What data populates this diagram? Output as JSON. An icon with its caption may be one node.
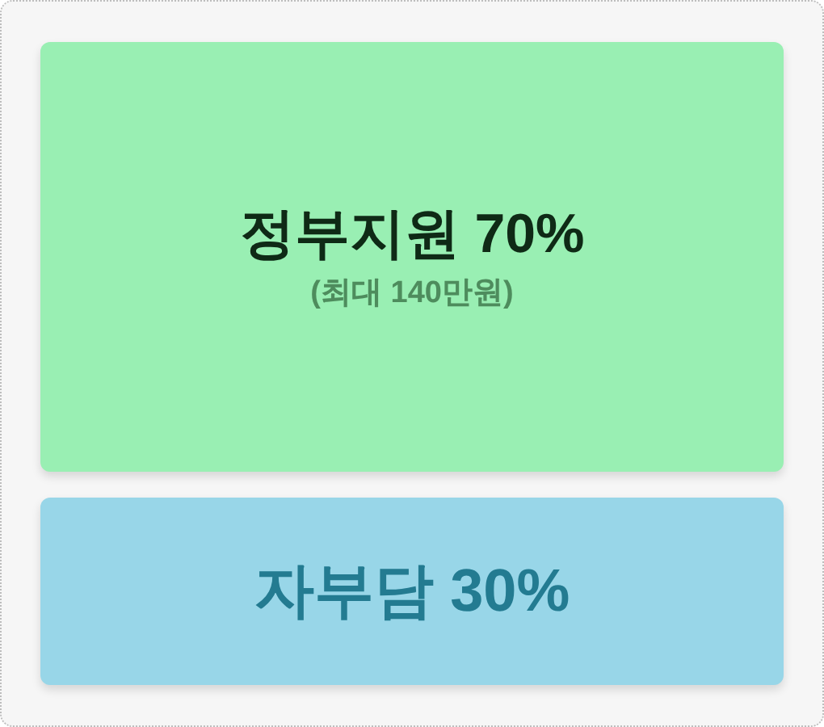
{
  "diagram": {
    "nodes": [
      {
        "text": [
          "정부지원 70%",
          "(최대 140만원)"
        ]
      },
      {
        "text": [
          "자부담 30%"
        ]
      }
    ]
  }
}
